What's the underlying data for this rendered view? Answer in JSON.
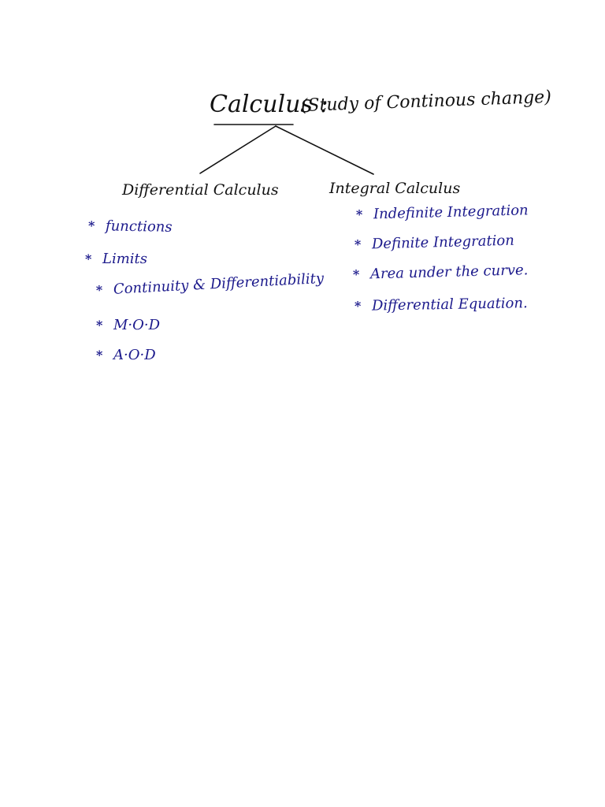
{
  "title": {
    "main": "Calculus :",
    "subtitle": "(Study of Continous change)"
  },
  "branches": {
    "left": {
      "heading": "Differential Calculus",
      "items": [
        "functions",
        "Limits",
        "Continuity & Differentiability",
        "M·O·D",
        "A·O·D"
      ]
    },
    "right": {
      "heading": "Integral Calculus",
      "items": [
        "Indefinite Integration",
        "Definite Integration",
        "Area under the curve.",
        "Differential Equation."
      ]
    }
  },
  "bullet_symbol": "*",
  "colors": {
    "ink_black": "#111111",
    "ink_blue": "#1c1a8c"
  }
}
